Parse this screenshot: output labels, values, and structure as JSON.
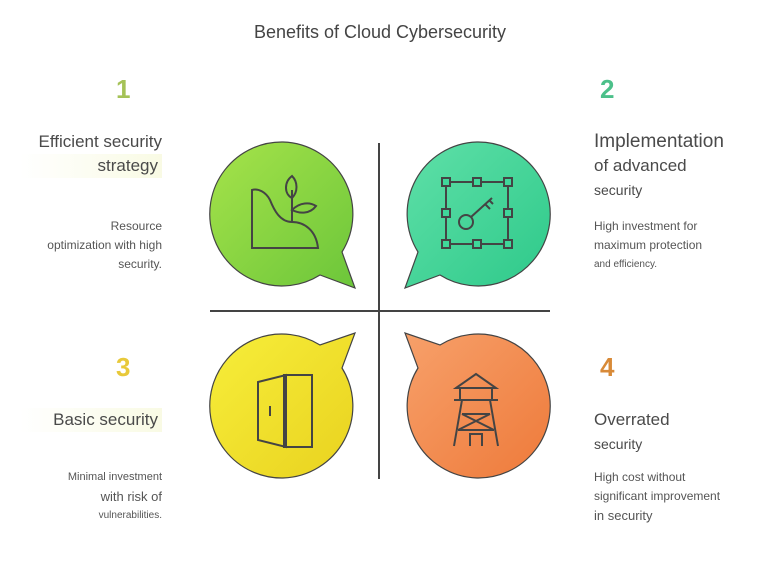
{
  "title": "Benefits of Cloud Cybersecurity",
  "quadrants": [
    {
      "number": "1",
      "heading_lines": [
        "Efficient security",
        "strategy"
      ],
      "description_lines": [
        "Resource",
        "optimization with high",
        "security."
      ],
      "icon": "plant-on-hill-icon",
      "color": "#8ed63e",
      "number_color": "#9bbf4b"
    },
    {
      "number": "2",
      "heading_lines": [
        "Implementation",
        "of advanced",
        "security"
      ],
      "description_lines": [
        "High investment for",
        "maximum protection",
        "and efficiency."
      ],
      "icon": "key-in-frame-icon",
      "color": "#3fd79a",
      "number_color": "#4cc08a"
    },
    {
      "number": "3",
      "heading_lines": [
        "Basic security"
      ],
      "description_lines": [
        "Minimal investment",
        "with risk of",
        "vulnerabilities."
      ],
      "icon": "open-door-icon",
      "color": "#f2e22c",
      "number_color": "#e8c93a"
    },
    {
      "number": "4",
      "heading_lines": [
        "Overrated",
        "security"
      ],
      "description_lines": [
        "High cost without",
        "significant improvement",
        "in security"
      ],
      "icon": "watchtower-icon",
      "color": "#f08a4a",
      "number_color": "#e08a3a"
    }
  ]
}
